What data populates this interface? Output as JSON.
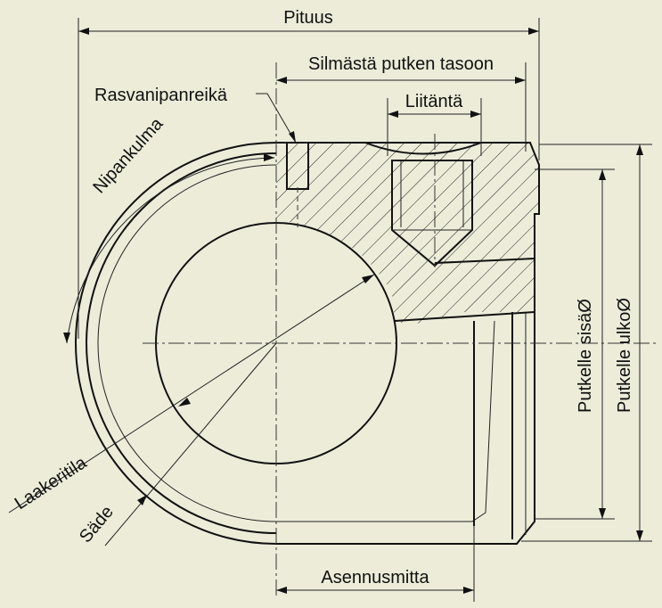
{
  "labels": {
    "pituus": "Pituus",
    "silmasta": "Silmästä putken tasoon",
    "rasvanipanreika": "Rasvanipanreikä",
    "liitanta": "Liitäntä",
    "nipankulma": "Nipankulma",
    "laakeritila": "Laakeritila",
    "sade": "Säde",
    "asennusmitta": "Asennusmitta",
    "putkelle_sisa": "Putkelle sisäØ",
    "putkelle_ulko": "Putkelle ulkoØ"
  },
  "colors": {
    "background": "#ececd9",
    "line": "#111111"
  }
}
